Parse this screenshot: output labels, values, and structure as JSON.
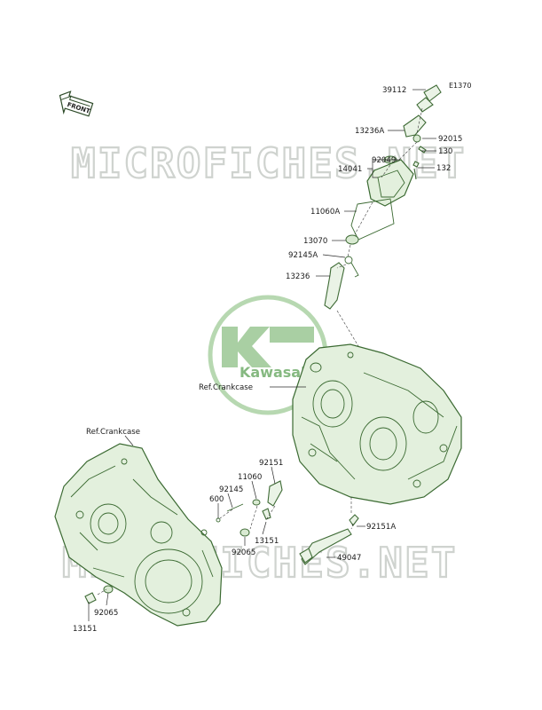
{
  "diagram_code": "E1370",
  "front_arrow_label": "FRONT",
  "watermark_text": "MICROFICHES.NET",
  "logo_text": "Kawasaki",
  "colors": {
    "parts": "#3f6b36",
    "fill": "#eaf3e6",
    "watermark": "#cfd3cf",
    "logo": "#a9cfa3"
  },
  "callouts": {
    "p39112": "39112",
    "p13236A": "13236A",
    "p92015": "92015",
    "p92049": "92049",
    "p130": "130",
    "p14041": "14041",
    "p132": "132",
    "p11060A": "11060A",
    "p13070": "13070",
    "p92145A": "92145A",
    "p13236": "13236",
    "ref_upper": "Ref.Crankcase",
    "ref_lower": "Ref.Crankcase",
    "p92151": "92151",
    "p11060": "11060",
    "p92145": "92145",
    "p600": "600",
    "p13151_right": "13151",
    "p92065_right": "92065",
    "p92151A": "92151A",
    "p49047": "49047",
    "p92065_left": "92065",
    "p13151_left": "13151"
  }
}
